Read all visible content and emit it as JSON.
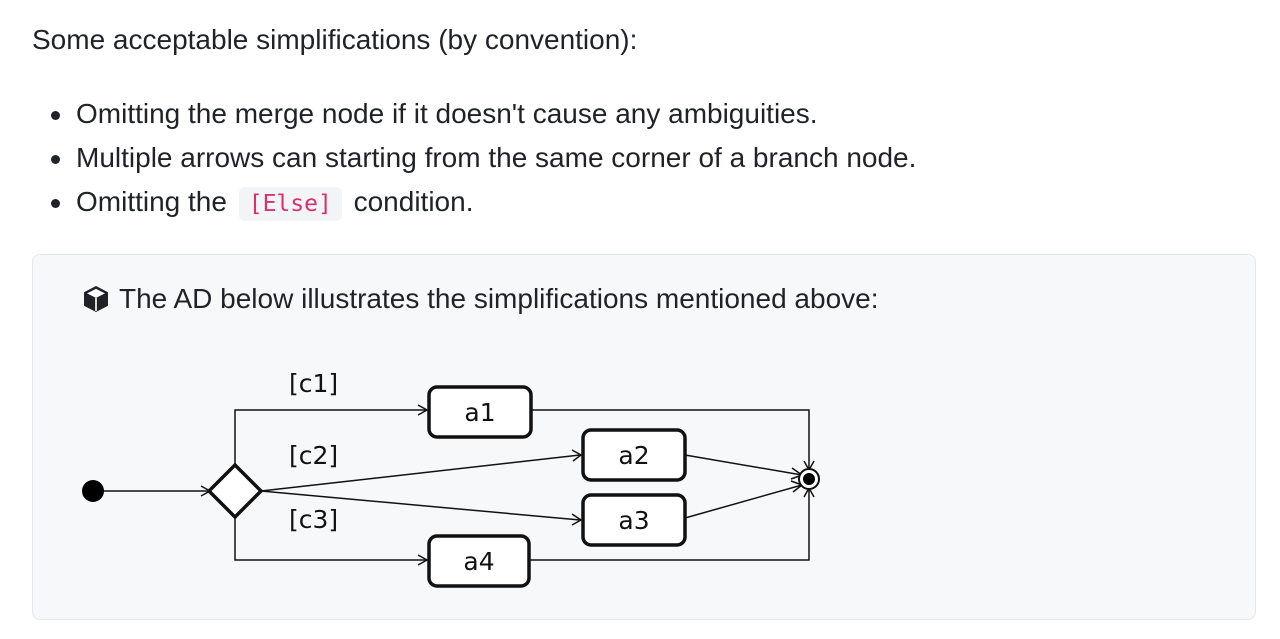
{
  "intro": "Some acceptable simplifications (by convention):",
  "bullets": [
    {
      "text": "Omitting the merge node if it doesn't cause any ambiguities."
    },
    {
      "text": "Multiple arrows can starting from the same corner of a branch node."
    },
    {
      "before": "Omitting the",
      "code": "[Else]",
      "after": "condition."
    }
  ],
  "callout": {
    "icon": "box-icon",
    "text": "The AD below illustrates the simplifications mentioned above:"
  },
  "diagram": {
    "guards": [
      "[c1]",
      "[c2]",
      "[c3]"
    ],
    "actions": [
      "a1",
      "a2",
      "a3",
      "a4"
    ]
  }
}
